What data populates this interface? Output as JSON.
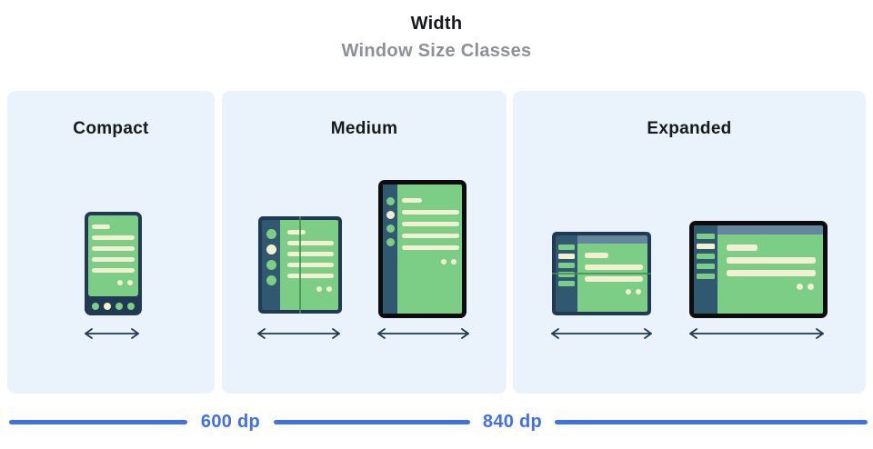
{
  "header": {
    "title": "Width",
    "subtitle": "Window Size Classes"
  },
  "panels": [
    {
      "id": "compact",
      "label": "Compact",
      "devices": [
        "phone"
      ]
    },
    {
      "id": "medium",
      "label": "Medium",
      "devices": [
        "open-foldable",
        "portrait-tablet"
      ]
    },
    {
      "id": "expanded",
      "label": "Expanded",
      "devices": [
        "landscape-foldable",
        "landscape-tablet"
      ]
    }
  ],
  "ruler": {
    "labels": [
      "600 dp",
      "840 dp"
    ]
  },
  "icons": {
    "width_arrow": "↔"
  },
  "colors": {
    "background": "#ffffff",
    "panel_bg": "#eaf2fb",
    "frame_navy": "#1f3a52",
    "rail_navy": "#305870",
    "screen_green": "#7cce86",
    "skeleton_cream": "#f2f0d0",
    "slate_bar": "#66869e",
    "fold_line": "#3e8e53",
    "device_black": "#0d0d0d",
    "arrow_navy": "#1f3a52",
    "ruler_blue": "#4170e2",
    "title_black": "#17191c",
    "subtitle_gray": "#8b9197"
  }
}
